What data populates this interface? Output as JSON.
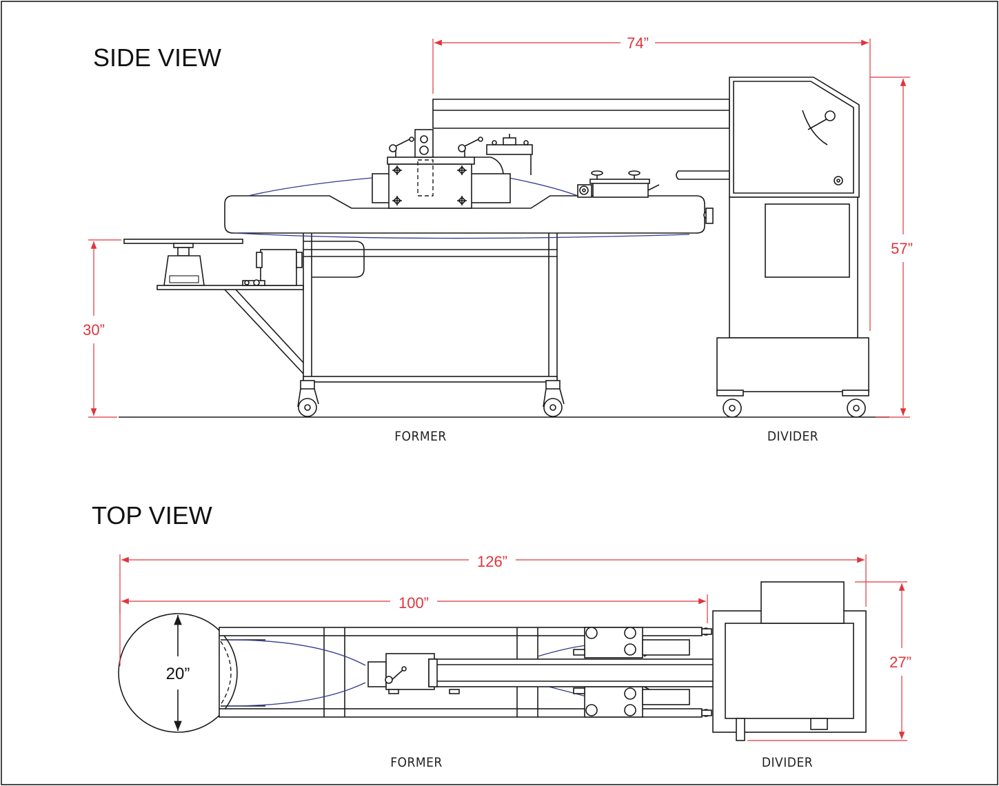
{
  "side_view": {
    "title": "SIDE VIEW",
    "dimensions": {
      "length": "74”",
      "height": "57”",
      "table_height": "30”"
    },
    "labels": {
      "former": "FORMER",
      "divider": "DIVIDER"
    }
  },
  "top_view": {
    "title": "TOP VIEW",
    "dimensions": {
      "overall_length": "126”",
      "former_length": "100”",
      "width": "27”",
      "table_diameter": "20”"
    },
    "labels": {
      "former": "FORMER",
      "divider": "DIVIDER"
    }
  },
  "colors": {
    "dimension": "#e0343c",
    "belt": "#2e3a8c",
    "line": "#1a1a1a"
  }
}
